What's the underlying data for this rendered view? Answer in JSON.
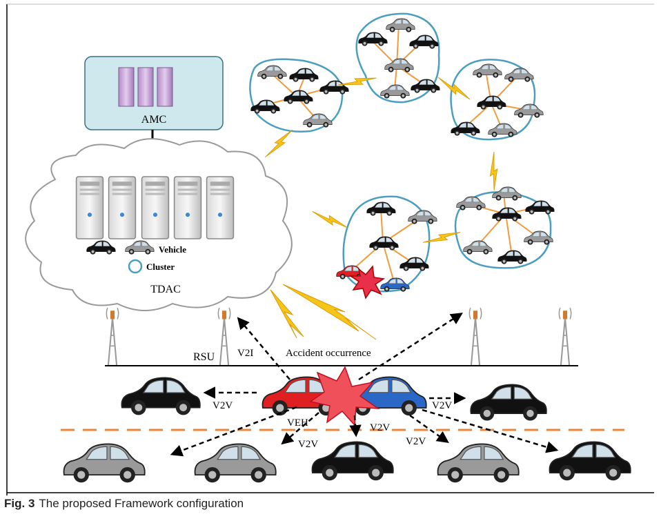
{
  "figure": {
    "caption_label": "Fig. 3",
    "caption_text": "The proposed Framework configuration"
  },
  "labels": {
    "amc": "AMC",
    "tdac": "TDAC",
    "rsu": "RSU",
    "v2i": "V2I",
    "v2v": "V2V",
    "veh": "VEH",
    "accident": "Accident occurrence",
    "legend_vehicle": "Vehicle",
    "legend_cluster": "Cluster"
  },
  "colors": {
    "cluster_ring": "#4a9fc0",
    "cluster_link": "#f39a3c",
    "amc_box": "#cfe8ee",
    "lightning": "#f7c51a",
    "lane_divider": "#e8863a",
    "accident_car": "#e02020",
    "blue_car": "#2a68c8",
    "black_car": "#111111",
    "grey_car": "#9a9a9a"
  }
}
